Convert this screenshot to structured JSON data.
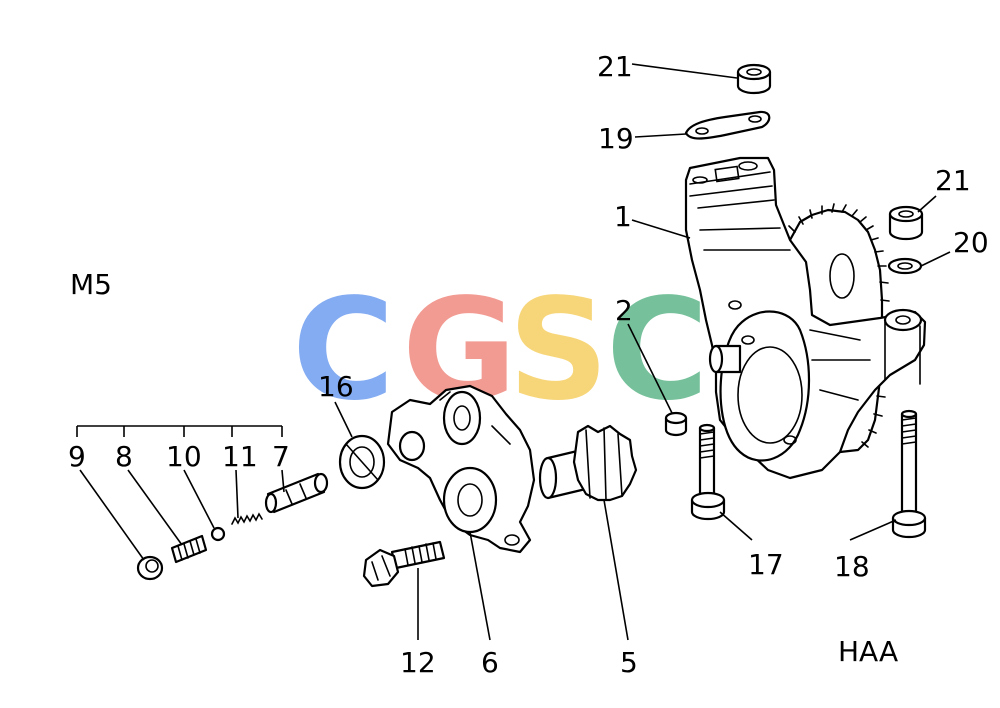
{
  "model_code": "M5",
  "variant_code": "HAA",
  "watermark": {
    "letters": [
      "C",
      "G",
      "S",
      "C"
    ],
    "colors": [
      "#6f9ef0",
      "#f08a80",
      "#f6cf63",
      "#5fb78a"
    ]
  },
  "callouts": [
    "21",
    "19",
    "1",
    "21",
    "20",
    "2",
    "16",
    "9",
    "8",
    "10",
    "11",
    "7",
    "12",
    "6",
    "5",
    "17",
    "18"
  ]
}
